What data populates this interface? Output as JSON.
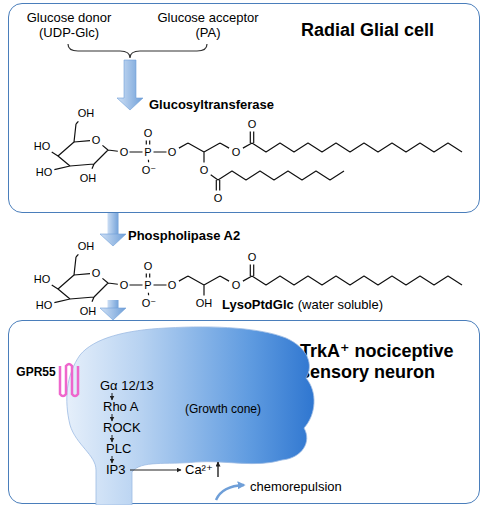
{
  "diagram": {
    "nodes": [
      {
        "text": [
          "Radial Glial cell",
          "Glucose donor (UDP-Glc)",
          "Glucose acceptor (PA)",
          "Glucosyltransferase"
        ]
      },
      {
        "text": [
          "TrkA⁺ nociceptive sensory neuron"
        ]
      },
      {
        "text": [
          "(Growth cone)",
          "Gα 12/13",
          "Rho A",
          "ROCK",
          "PLC",
          "IP3",
          "Ca²⁺"
        ],
        "in": 1
      }
    ],
    "edges": [
      {
        "from": 0,
        "to": 1,
        "arrow": "to"
      }
    ],
    "labels": [
      "OH",
      "O",
      "HO",
      "HO",
      "OH",
      "O",
      "P",
      "O",
      "O⁻",
      "O",
      "O",
      "O",
      "O",
      "O",
      "Phospholipase A2",
      "OH",
      "O",
      "HO",
      "HO",
      "OH",
      "O",
      "P",
      "O",
      "O⁻",
      "O",
      "OH",
      "O",
      "O",
      "LysoPtdGlc",
      "(water soluble)",
      "GPR55",
      "chemorepulsion"
    ]
  }
}
